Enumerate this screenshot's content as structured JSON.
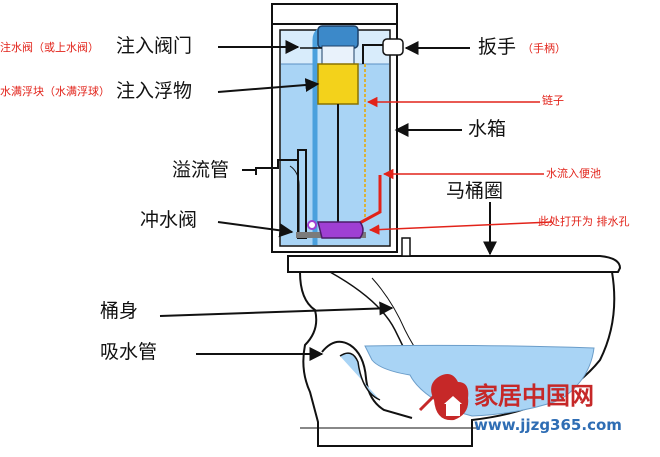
{
  "labels": {
    "inlet_valve": "注入阀门",
    "inlet_valve_note": "注水阀（或上水阀）",
    "inlet_float": "注入浮物",
    "inlet_float_note": "水满浮块（水满浮球）",
    "overflow_tube": "溢流管",
    "flush_valve": "冲水阀",
    "tank_body": "桶身",
    "siphon": "吸水管",
    "handle": "扳手",
    "handle_note": "（手柄）",
    "chain": "链子",
    "tank": "水箱",
    "water_flow_note": "水流入便池",
    "seat_ring": "马桶圈",
    "drain_note": "此处打开为 排水孔"
  },
  "watermark": {
    "name": "家居中国网",
    "url": "www.jjzg365.com"
  },
  "colors": {
    "water": "#a9d4f5",
    "tank_fill": "#d8ecfb",
    "ceramic": "#ffffff",
    "outline": "#111111",
    "float": "#f3d21b",
    "valve": "#9f3fd3",
    "red_tube": "#e2231a",
    "chain": "#d9b23a",
    "brand_red": "#c62828"
  }
}
